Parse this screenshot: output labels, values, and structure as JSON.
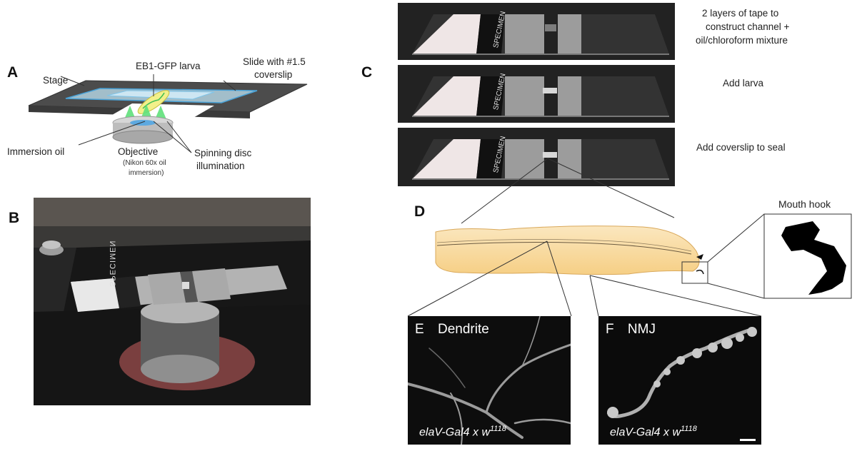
{
  "panels": {
    "A": {
      "letter": "A",
      "labels": {
        "eb1": "EB1-GFP larva",
        "slide": "Slide with #1.5",
        "slide2": "coverslip",
        "stage": "Stage",
        "oil": "Immersion oil",
        "objective": "Objective",
        "objective_sub1": "(Nikon 60x oil",
        "objective_sub2": "immersion)",
        "spinning1": "Spinning disc",
        "spinning2": "illumination"
      }
    },
    "B": {
      "letter": "B",
      "slide_text": "SPECIMEN"
    },
    "C": {
      "letter": "C",
      "slide_text": "SPECIMEN",
      "steps": [
        {
          "line1": "2 layers of tape to",
          "line2": "construct channel +",
          "line3": "oil/chloroform mixture"
        },
        {
          "line1": "Add larva"
        },
        {
          "line1": "Add coverslip to seal"
        }
      ]
    },
    "D": {
      "letter": "D",
      "inset_label": "Mouth hook"
    },
    "E": {
      "letter": "E",
      "title": "Dendrite",
      "genotype": "elaV-Gal4 x w",
      "genotype_sup": "1118"
    },
    "F": {
      "letter": "F",
      "title": "NMJ",
      "genotype": "elaV-Gal4 x w",
      "genotype_sup": "1118"
    }
  },
  "colors": {
    "stage": "#4a4a4a",
    "glass": "#a9d8f0",
    "gfp": "#5fe07a",
    "larva_body": "#f8dca0",
    "larva_edge": "#e9b860",
    "tape": "#9a9a9a",
    "microscopy_bg": "#0c0c0c"
  }
}
